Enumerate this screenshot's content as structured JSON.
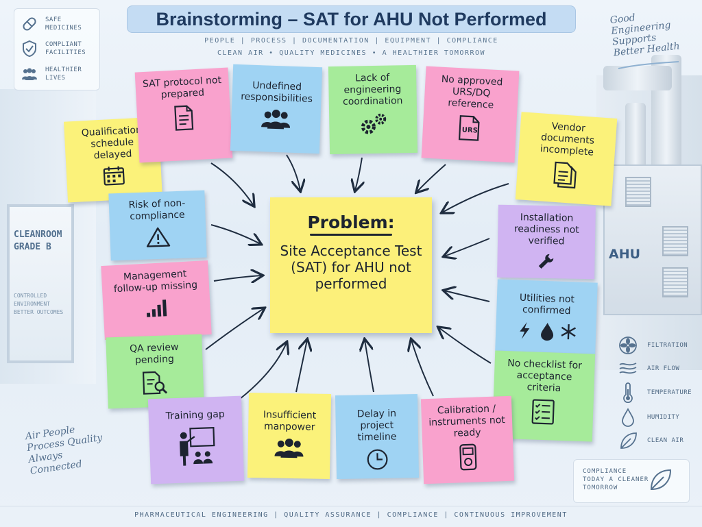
{
  "title": "Brainstorming – SAT for AHU Not Performed",
  "categories_line": "PEOPLE  |  PROCESS  |  DOCUMENTATION  |  EQUIPMENT  |  COMPLIANCE",
  "tagline": "CLEAN AIR • QUALITY MEDICINES • A HEALTHIER TOMORROW",
  "badges": [
    {
      "text": "SAFE MEDICINES",
      "icon": "pill-icon"
    },
    {
      "text": "COMPLIANT FACILITIES",
      "icon": "shield-check-icon"
    },
    {
      "text": "HEALTHIER LIVES",
      "icon": "people-icon"
    }
  ],
  "top_right_script": "Good Engineering Supports Better Health",
  "bottom_left_script": "Air People Process Quality Always Connected",
  "cleanroom_label": "CLEANROOM GRADE B",
  "cleanroom_sub": "CONTROLLED ENVIRONMENT BETTER OUTCOMES",
  "ahu_label": "AHU",
  "problem": {
    "heading": "Problem:",
    "text": "Site Acceptance Test (SAT) for AHU not performed"
  },
  "notes": [
    {
      "id": "qual",
      "text": "Qualification schedule delayed",
      "color": "yellow",
      "icon": "calendar-icon"
    },
    {
      "id": "sat",
      "text": "SAT protocol not prepared",
      "color": "pink",
      "icon": "document-icon"
    },
    {
      "id": "resp",
      "text": "Undefined responsibilities",
      "color": "blue",
      "icon": "people-icon"
    },
    {
      "id": "eng",
      "text": "Lack of engineering coordination",
      "color": "green",
      "icon": "gears-icon"
    },
    {
      "id": "urs",
      "text": "No approved URS/DQ reference",
      "color": "pink",
      "icon": "urs-document-icon",
      "icon_text": "URS"
    },
    {
      "id": "vendor",
      "text": "Vendor documents incomplete",
      "color": "yellow",
      "icon": "documents-icon"
    },
    {
      "id": "risk",
      "text": "Risk of non-compliance",
      "color": "blue",
      "icon": "warning-icon"
    },
    {
      "id": "install",
      "text": "Installation readiness not verified",
      "color": "purple",
      "icon": "wrench-icon"
    },
    {
      "id": "mgmt",
      "text": "Management follow-up missing",
      "color": "pink",
      "icon": "bar-chart-icon"
    },
    {
      "id": "util",
      "text": "Utilities not confirmed",
      "color": "blue",
      "icon": "utilities-icon"
    },
    {
      "id": "qa",
      "text": "QA review pending",
      "color": "green",
      "icon": "review-icon"
    },
    {
      "id": "check",
      "text": "No checklist for acceptance criteria",
      "color": "green",
      "icon": "checklist-icon"
    },
    {
      "id": "train",
      "text": "Training gap",
      "color": "purple",
      "icon": "training-icon"
    },
    {
      "id": "manpower",
      "text": "Insufficient manpower",
      "color": "yellow",
      "icon": "people-icon"
    },
    {
      "id": "delay",
      "text": "Delay in project timeline",
      "color": "blue",
      "icon": "clock-icon"
    },
    {
      "id": "calib",
      "text": "Calibration / instruments not ready",
      "color": "pink",
      "icon": "instrument-icon"
    }
  ],
  "legend": [
    {
      "text": "FILTRATION",
      "icon": "fan-icon"
    },
    {
      "text": "AIR FLOW",
      "icon": "airflow-icon"
    },
    {
      "text": "TEMPERATURE",
      "icon": "thermometer-icon"
    },
    {
      "text": "HUMIDITY",
      "icon": "droplet-icon"
    },
    {
      "text": "CLEAN AIR",
      "icon": "leaf-icon"
    }
  ],
  "bottom_card": "COMPLIANCE TODAY A CLEANER TOMORROW",
  "footer": "PHARMACEUTICAL ENGINEERING  |  QUALITY ASSURANCE  |  COMPLIANCE  |  CONTINUOUS IMPROVEMENT",
  "colors": {
    "yellow": "#fbf27a",
    "pink": "#f9a2cd",
    "blue": "#9fd3f3",
    "green": "#a6eb9a",
    "purple": "#d0b4f2",
    "title_bg": "#c4dcf3",
    "ink": "#1d2430"
  }
}
